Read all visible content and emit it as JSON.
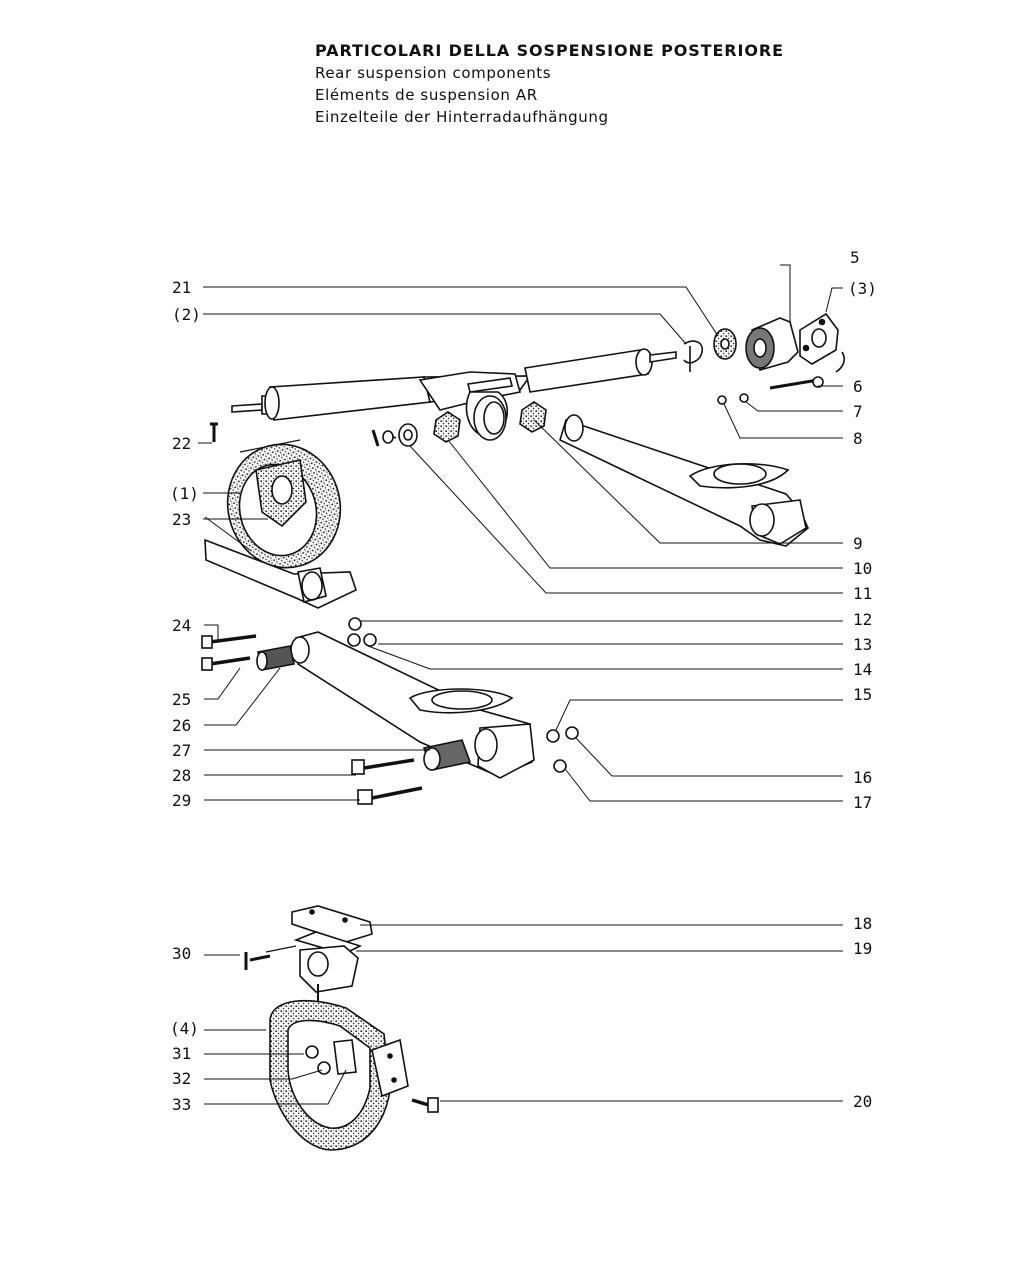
{
  "title": {
    "main": "PARTICOLARI DELLA SOSPENSIONE POSTERIORE",
    "english": "Rear suspension components",
    "french": "Eléments de suspension AR",
    "german": "Einzelteile der Hinterradaufhängung"
  },
  "callouts": [
    {
      "id": "21",
      "side": "left"
    },
    {
      "id": "(2)",
      "side": "left"
    },
    {
      "id": "22",
      "side": "left"
    },
    {
      "id": "(1)",
      "side": "left"
    },
    {
      "id": "23",
      "side": "left"
    },
    {
      "id": "24",
      "side": "left"
    },
    {
      "id": "25",
      "side": "left"
    },
    {
      "id": "26",
      "side": "left"
    },
    {
      "id": "27",
      "side": "left"
    },
    {
      "id": "28",
      "side": "left"
    },
    {
      "id": "29",
      "side": "left"
    },
    {
      "id": "5",
      "side": "right"
    },
    {
      "id": "(3)",
      "side": "right"
    },
    {
      "id": "6",
      "side": "right"
    },
    {
      "id": "7",
      "side": "right"
    },
    {
      "id": "8",
      "side": "right"
    },
    {
      "id": "9",
      "side": "right"
    },
    {
      "id": "10",
      "side": "right"
    },
    {
      "id": "11",
      "side": "right"
    },
    {
      "id": "12",
      "side": "right"
    },
    {
      "id": "13",
      "side": "right"
    },
    {
      "id": "14",
      "side": "right"
    },
    {
      "id": "15",
      "side": "right"
    },
    {
      "id": "16",
      "side": "right"
    },
    {
      "id": "17",
      "side": "right"
    },
    {
      "id": "18",
      "side": "right"
    },
    {
      "id": "19",
      "side": "right"
    },
    {
      "id": "30",
      "side": "left"
    },
    {
      "id": "(4)",
      "side": "left"
    },
    {
      "id": "31",
      "side": "left"
    },
    {
      "id": "32",
      "side": "left"
    },
    {
      "id": "33",
      "side": "left"
    },
    {
      "id": "20",
      "side": "right"
    }
  ]
}
